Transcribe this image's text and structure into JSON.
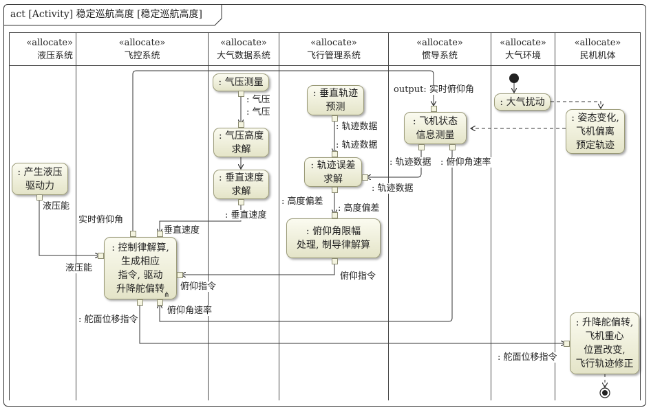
{
  "frame": {
    "title": "act [Activity] 稳定巡航高度 [稳定巡航高度]"
  },
  "lanes": [
    {
      "stereotype": "«allocate»",
      "name": "液压系统"
    },
    {
      "stereotype": "«allocate»",
      "name": "飞控系统"
    },
    {
      "stereotype": "«allocate»",
      "name": "大气数据系统"
    },
    {
      "stereotype": "«allocate»",
      "name": "飞行管理系统"
    },
    {
      "stereotype": "«allocate»",
      "name": "惯导系统"
    },
    {
      "stereotype": "«allocate»",
      "name": "大气环境"
    },
    {
      "stereotype": "«allocate»",
      "name": "民机机体"
    }
  ],
  "actions": {
    "hydraulic": ": 产生液压\n驱动力",
    "control_law": ": 控制律解算,\n生成相应\n指令, 驱动\n升降舵偏转",
    "pressure_measure": ": 气压测量",
    "pressure_altitude": ": 气压高度\n求解",
    "vertical_speed": ": 垂直速度\n求解",
    "trajectory_predict": ": 垂直轨迹\n预测",
    "trajectory_error": ": 轨迹误差\n求解",
    "pitch_limit": ": 俯仰角限幅\n处理, 制导律解算",
    "aircraft_state": ": 飞机状态\n信息测量",
    "disturbance": ": 大气扰动",
    "attitude_change": ": 姿态变化,\n飞机偏离\n预定轨迹",
    "elevator": ": 升降舵偏转,\n飞机重心\n位置改变,\n飞行轨迹修正"
  },
  "labels": {
    "pressure_out": ": 气压",
    "pressure_in": ": 气压",
    "vs_out": ": 垂直速度",
    "vs_in": "垂直速度",
    "realtime_pitch_in": "实时俯仰角",
    "realtime_pitch_out": "output: 实时俯仰角",
    "traj_data_out": ": 轨迹数据",
    "traj_data_in": ": 轨迹数据",
    "state_traj_out": ": 轨迹数据",
    "state_traj_in": ": 轨迹数据",
    "pitch_rate_out": ": 俯仰角速率",
    "pitch_rate_in": "俯仰角速率",
    "alt_dev_out": ": 高度偏差",
    "alt_dev_in": ": 高度偏差",
    "pitch_cmd_out": "俯仰指令",
    "pitch_cmd_in": "俯仰指令",
    "hyd_out": "液压能",
    "hyd_in": "液压能",
    "surface_out": ": 舵面位移指令",
    "surface_in": ": 舵面位移指令"
  }
}
